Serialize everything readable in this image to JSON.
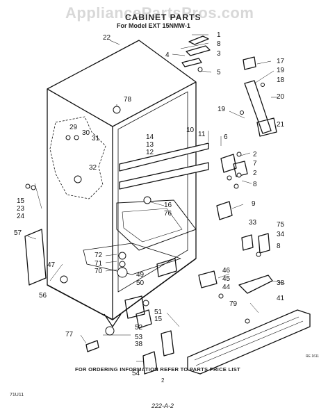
{
  "watermark": "AppliancePartsPros.com",
  "title": "CABINET PARTS",
  "subtitle": "For Model EXT 15NMW-1",
  "footer_note": "FOR ORDERING INFORMATION REFER TO PARTS PRICE LIST",
  "page_number": "2",
  "doc_code": "71U11",
  "ref_code": "222-A-2",
  "fig_code": "RE 1611",
  "callouts": [
    "1",
    "8",
    "3",
    "4",
    "5",
    "17",
    "19",
    "18",
    "20",
    "19",
    "21",
    "22",
    "78",
    "10",
    "11",
    "6",
    "2",
    "7",
    "2",
    "8",
    "14",
    "13",
    "12",
    "29",
    "30",
    "31",
    "32",
    "15",
    "23",
    "24",
    "9",
    "16",
    "76",
    "57",
    "33",
    "75",
    "34",
    "8",
    "72",
    "71",
    "70",
    "47",
    "46",
    "45",
    "44",
    "56",
    "49",
    "50",
    "51",
    "38",
    "79",
    "41",
    "15",
    "77",
    "52",
    "53",
    "38",
    "54"
  ]
}
